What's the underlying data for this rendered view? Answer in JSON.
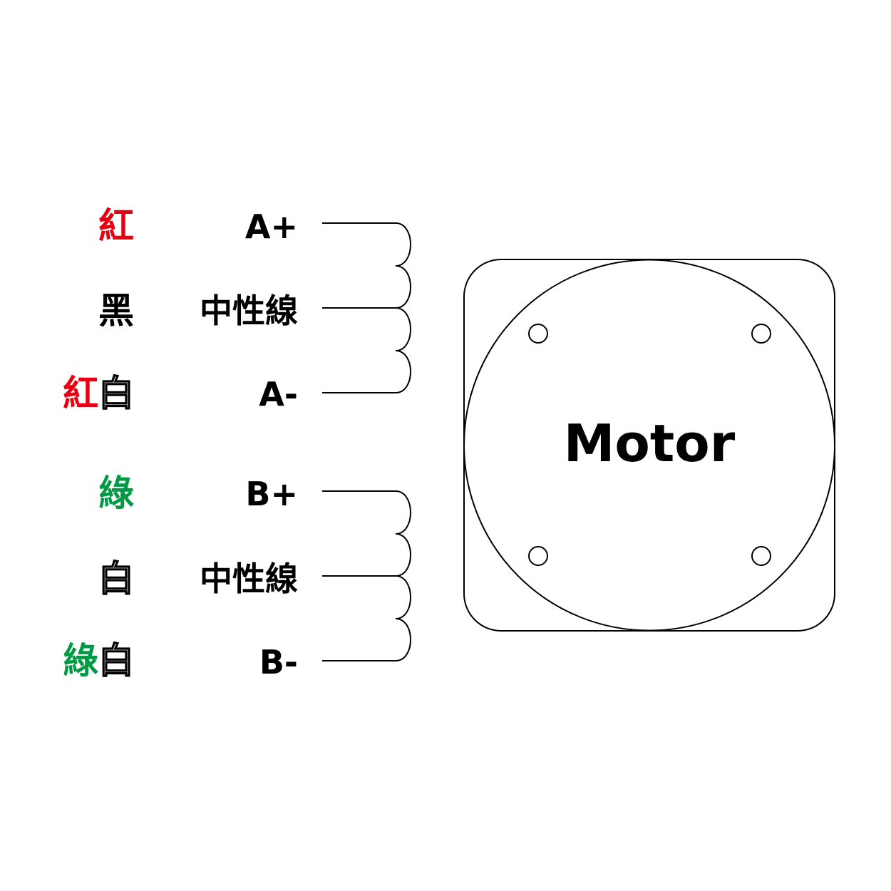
{
  "colors": {
    "red": "#e60012",
    "black": "#000000",
    "green": "#009944",
    "white_outline": "#ffffff"
  },
  "phase_a": {
    "rows": [
      {
        "signal": "A+",
        "color_parts": [
          {
            "text": "紅",
            "color": "red"
          }
        ]
      },
      {
        "signal": "中性線",
        "color_parts": [
          {
            "text": "黑",
            "color": "black"
          }
        ]
      },
      {
        "signal": "A-",
        "color_parts": [
          {
            "text": "紅",
            "color": "red"
          },
          {
            "text": "白",
            "color": "white_outline"
          }
        ]
      }
    ]
  },
  "phase_b": {
    "rows": [
      {
        "signal": "B+",
        "color_parts": [
          {
            "text": "綠",
            "color": "green"
          }
        ]
      },
      {
        "signal": "中性線",
        "color_parts": [
          {
            "text": "白",
            "color": "white_outline"
          }
        ]
      },
      {
        "signal": "B-",
        "color_parts": [
          {
            "text": "綠",
            "color": "green"
          },
          {
            "text": "白",
            "color": "white_outline"
          }
        ]
      }
    ]
  },
  "motor": {
    "label": "Motor"
  }
}
